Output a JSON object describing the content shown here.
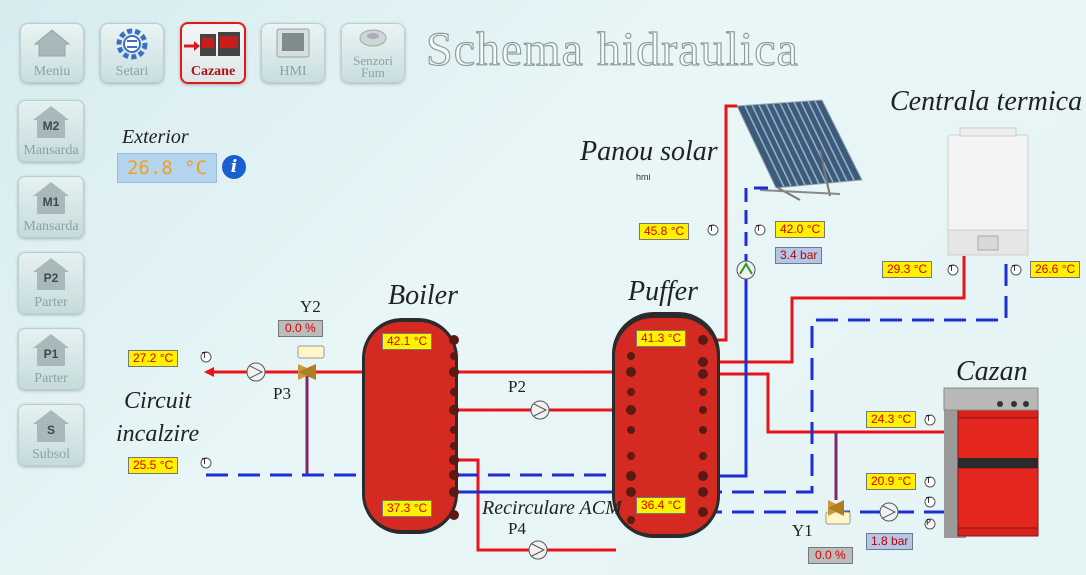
{
  "nav": {
    "items": [
      {
        "label": "Meniu",
        "icon": "home-icon"
      },
      {
        "label": "Setari",
        "icon": "settings-gear-icon"
      },
      {
        "label": "Cazane",
        "icon": "boiler-units-icon",
        "active": true
      },
      {
        "label": "HMI",
        "icon": "hmi-screen-icon"
      },
      {
        "label": "Senzori",
        "label2": "Fum",
        "icon": "smoke-sensor-icon"
      }
    ]
  },
  "title": "Schema hidraulica",
  "sidebar": {
    "items": [
      {
        "badge": "M2",
        "label": "Mansarda"
      },
      {
        "badge": "M1",
        "label": "Mansarda"
      },
      {
        "badge": "P2",
        "label": "Parter"
      },
      {
        "badge": "P1",
        "label": "Parter"
      },
      {
        "badge": "S",
        "label": "Subsol"
      }
    ]
  },
  "exterior": {
    "label": "Exterior",
    "value": "26.8",
    "unit": "°C"
  },
  "labels": {
    "panou_solar": "Panou solar",
    "hmi_small": "hmi",
    "centrala_termica": "Centrala termica",
    "boiler": "Boiler",
    "puffer": "Puffer",
    "cazan": "Cazan",
    "circuit_1": "Circuit",
    "circuit_2": "incalzire",
    "recirculare": "Recirculare ACM",
    "y2": "Y2",
    "y1": "Y1",
    "p2": "P2",
    "p3": "P3",
    "p4": "P4",
    "sensor_t": "T",
    "sensor_p": "P"
  },
  "readings": {
    "solar_left": "45.8 °C",
    "solar_right": "42.0 °C",
    "solar_pressure": "3.4 bar",
    "centrala_left": "29.3 °C",
    "centrala_right": "26.6 °C",
    "circuit_supply": "27.2 °C",
    "circuit_return": "25.5 °C",
    "y2_valve": "0.0 %",
    "boiler_top": "42.1 °C",
    "boiler_bottom": "37.3 °C",
    "puffer_top": "41.3 °C",
    "puffer_bottom": "36.4 °C",
    "cazan_supply": "24.3 °C",
    "cazan_return": "20.9 °C",
    "cazan_pressure": "1.8 bar",
    "y1_valve": "0.0 %"
  },
  "colors": {
    "hot": "#e8141c",
    "cold": "#1c2fd0",
    "tank": "#d42a22",
    "tank_dark": "#2b2b2b"
  }
}
